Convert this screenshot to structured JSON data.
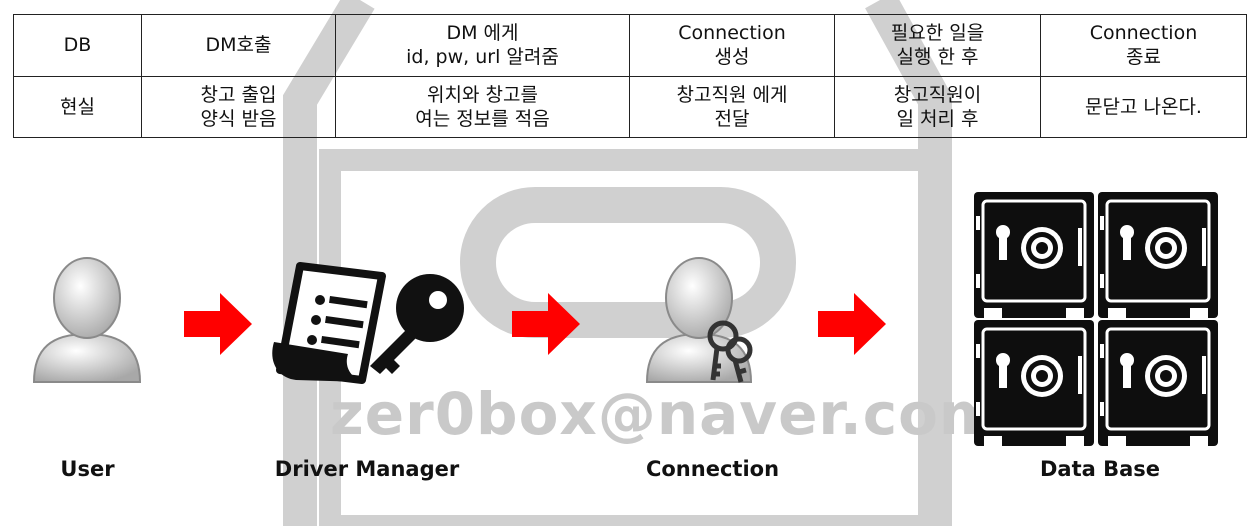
{
  "table": {
    "rows": [
      [
        "DB",
        "DM호출",
        "DM 에게\nid, pw, url 알려줌",
        "Connection\n생성",
        "필요한 일을\n실행 한 후",
        "Connection\n종료"
      ],
      [
        "현실",
        "창고 출입\n양식 받음",
        "위치와 창고를\n여는 정보를 적음",
        "창고직원 에게\n전달",
        "창고직원이\n일 처리 후",
        "문닫고 나온다."
      ]
    ]
  },
  "flow": {
    "nodes": [
      {
        "label": "User",
        "icon": "user-icon"
      },
      {
        "label": "Driver Manager",
        "icon": "document-key-icon"
      },
      {
        "label": "Connection",
        "icon": "user-keys-icon"
      },
      {
        "label": "Data Base",
        "icon": "safe-icon"
      }
    ],
    "arrow_color": "#ff0000"
  },
  "watermark": {
    "text": "zer0box@naver.com"
  }
}
